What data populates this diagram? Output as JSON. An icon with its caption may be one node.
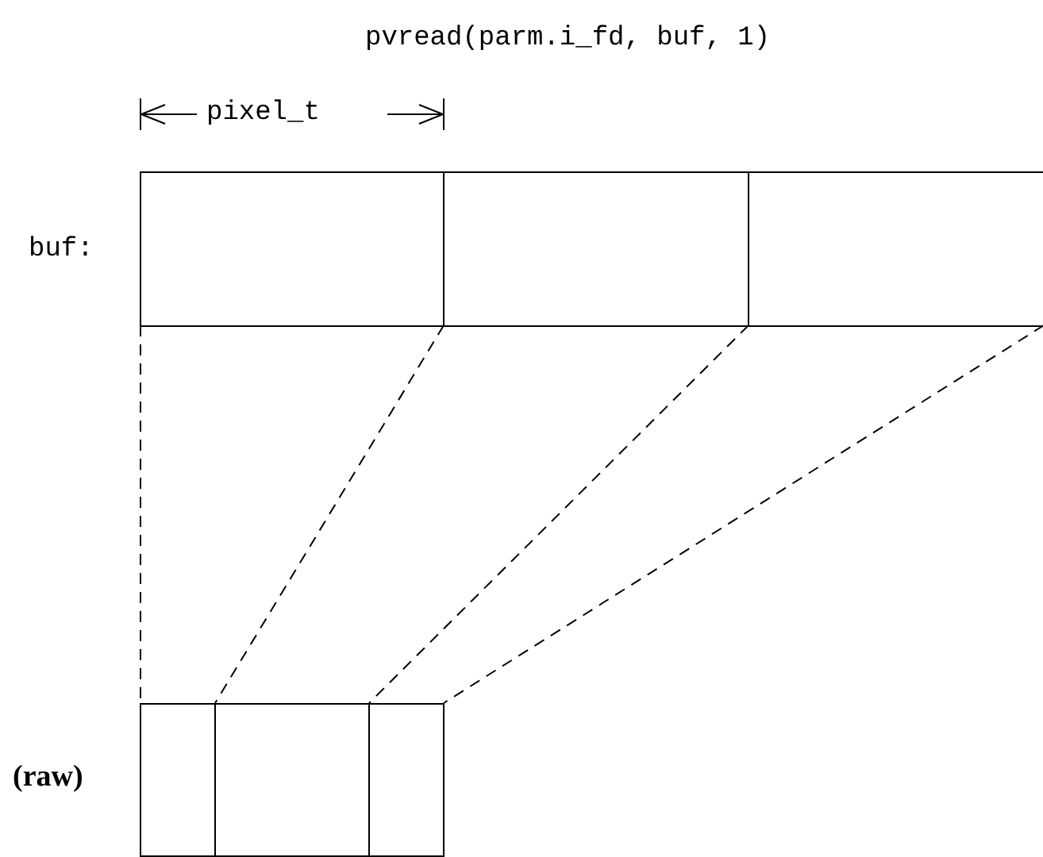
{
  "diagram": {
    "nodes": [
      {
        "text": [],
        "shape": "box"
      },
      {
        "text": [],
        "shape": "box"
      },
      {
        "text": [],
        "shape": "box"
      },
      {
        "text": [],
        "shape": "box"
      },
      {
        "text": [],
        "shape": "box"
      },
      {
        "text": [],
        "shape": "box"
      }
    ],
    "edges": [
      {
        "from": 0,
        "to": 3,
        "arrow": "none",
        "style": "dashed"
      },
      {
        "from": 1,
        "to": 4,
        "arrow": "none",
        "style": "dashed"
      },
      {
        "from": 2,
        "to": 5,
        "arrow": "none",
        "style": "dashed"
      },
      {
        "from": 2,
        "to": 5,
        "arrow": "none",
        "style": "dashed"
      }
    ],
    "labels": [
      "pvread(parm.i_fd, buf, 1)",
      "pixel_t",
      "buf:",
      "(raw)"
    ]
  }
}
